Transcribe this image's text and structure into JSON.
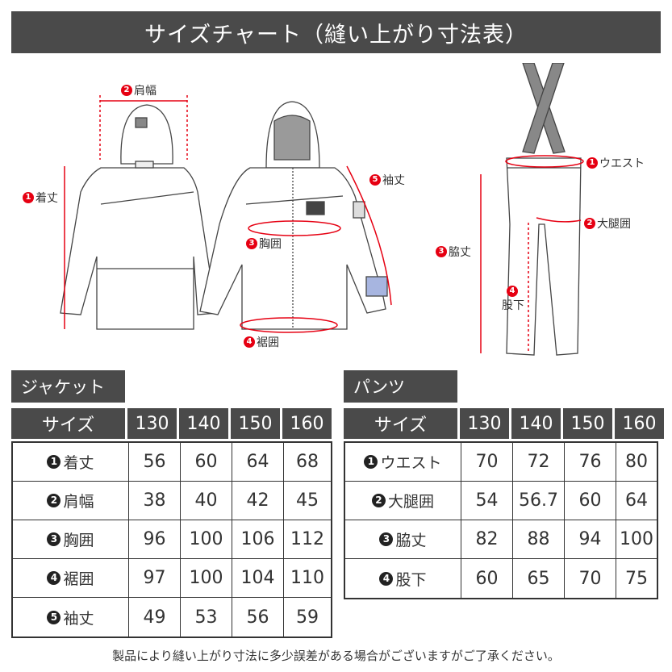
{
  "title": "サイズチャート（縫い上がり寸法表）",
  "illustration": {
    "labels": {
      "j_length": {
        "n": "1",
        "text": "着丈"
      },
      "j_shoulder": {
        "n": "2",
        "text": "肩幅"
      },
      "j_chest": {
        "n": "3",
        "text": "胸囲"
      },
      "j_hem": {
        "n": "4",
        "text": "裾囲"
      },
      "j_sleeve": {
        "n": "5",
        "text": "袖丈"
      },
      "p_waist": {
        "n": "1",
        "text": "ウエスト"
      },
      "p_thigh": {
        "n": "2",
        "text": "大腿囲"
      },
      "p_side": {
        "n": "3",
        "text": "脇丈"
      },
      "p_inseam_n": "4",
      "p_inseam": "股下"
    },
    "accent_color": "#e60012"
  },
  "jacket": {
    "tag": "ジャケット",
    "header": [
      "サイズ",
      "130",
      "140",
      "150",
      "160"
    ],
    "rows": [
      {
        "n": "1",
        "name": "着丈",
        "values": [
          "56",
          "60",
          "64",
          "68"
        ]
      },
      {
        "n": "2",
        "name": "肩幅",
        "values": [
          "38",
          "40",
          "42",
          "45"
        ]
      },
      {
        "n": "3",
        "name": "胸囲",
        "values": [
          "96",
          "100",
          "106",
          "112"
        ]
      },
      {
        "n": "4",
        "name": "裾囲",
        "values": [
          "97",
          "100",
          "104",
          "110"
        ]
      },
      {
        "n": "5",
        "name": "袖丈",
        "values": [
          "49",
          "53",
          "56",
          "59"
        ]
      }
    ]
  },
  "pants": {
    "tag": "パンツ",
    "header": [
      "サイズ",
      "130",
      "140",
      "150",
      "160"
    ],
    "rows": [
      {
        "n": "1",
        "name": "ウエスト",
        "values": [
          "70",
          "72",
          "76",
          "80"
        ]
      },
      {
        "n": "2",
        "name": "大腿囲",
        "values": [
          "54",
          "56.7",
          "60",
          "64"
        ]
      },
      {
        "n": "3",
        "name": "脇丈",
        "values": [
          "82",
          "88",
          "94",
          "100"
        ]
      },
      {
        "n": "4",
        "name": "股下",
        "values": [
          "60",
          "65",
          "70",
          "75"
        ]
      }
    ]
  },
  "footnote": "製品により縫い上がり寸法に多少誤差がある場合がございますがご了承ください。"
}
